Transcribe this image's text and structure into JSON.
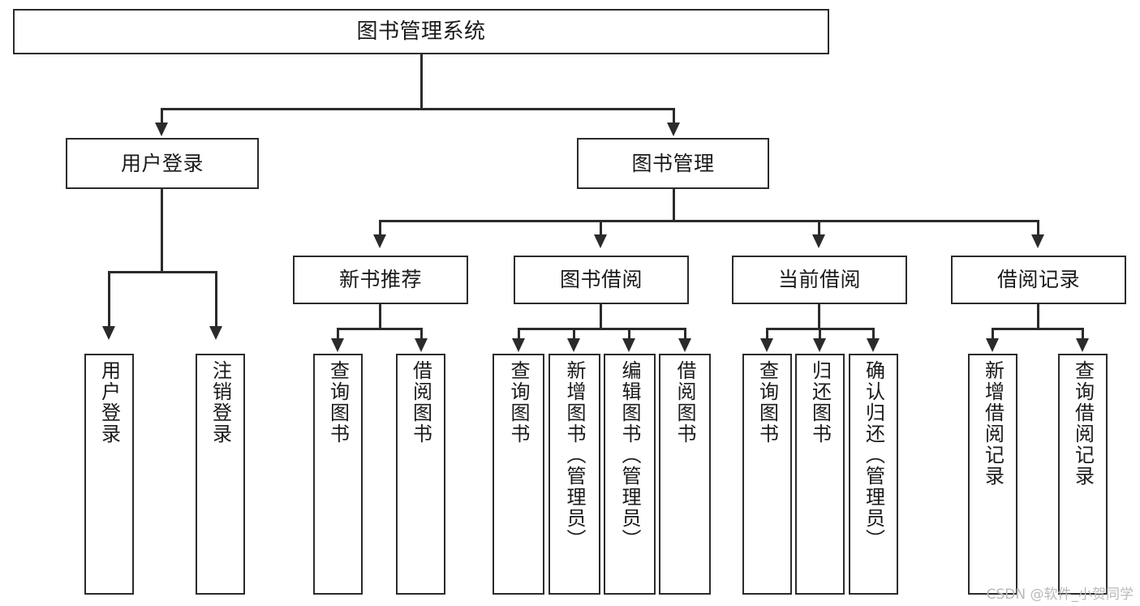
{
  "diagram": {
    "type": "tree",
    "title": "图书管理系统",
    "root": {
      "id": "root",
      "label": "图书管理系统"
    },
    "level2": [
      {
        "id": "user-login",
        "label": "用户登录"
      },
      {
        "id": "book-management",
        "label": "图书管理"
      }
    ],
    "level3": [
      {
        "id": "new-book-recommend",
        "label": "新书推荐"
      },
      {
        "id": "book-borrow",
        "label": "图书借阅"
      },
      {
        "id": "current-borrow",
        "label": "当前借阅"
      },
      {
        "id": "borrow-record",
        "label": "借阅记录"
      }
    ],
    "leaves": {
      "user_login": [
        {
          "id": "leaf-user-login",
          "label": "用户登录"
        },
        {
          "id": "leaf-user-logout",
          "label": "注销登录"
        }
      ],
      "new_book_recommend": [
        {
          "id": "leaf-query-book-1",
          "label": "查询图书"
        },
        {
          "id": "leaf-borrow-book-1",
          "label": "借阅图书"
        }
      ],
      "book_borrow": [
        {
          "id": "leaf-query-book-2",
          "label": "查询图书"
        },
        {
          "id": "leaf-add-book",
          "label": "新增图书（管理员）"
        },
        {
          "id": "leaf-edit-book",
          "label": "编辑图书（管理员）"
        },
        {
          "id": "leaf-borrow-book-2",
          "label": "借阅图书"
        }
      ],
      "current_borrow": [
        {
          "id": "leaf-query-book-3",
          "label": "查询图书"
        },
        {
          "id": "leaf-return-book",
          "label": "归还图书"
        },
        {
          "id": "leaf-confirm-return",
          "label": "确认归还（管理员）"
        }
      ],
      "borrow_record": [
        {
          "id": "leaf-add-record",
          "label": "新增借阅记录"
        },
        {
          "id": "leaf-query-record",
          "label": "查询借阅记录"
        }
      ]
    }
  },
  "watermark": {
    "text": "CSDN @软件_小贺同学"
  },
  "colors": {
    "stroke": "#2b2b2b",
    "background": "#ffffff",
    "text": "#1a1a1a",
    "watermark": "#b9b9b9"
  }
}
